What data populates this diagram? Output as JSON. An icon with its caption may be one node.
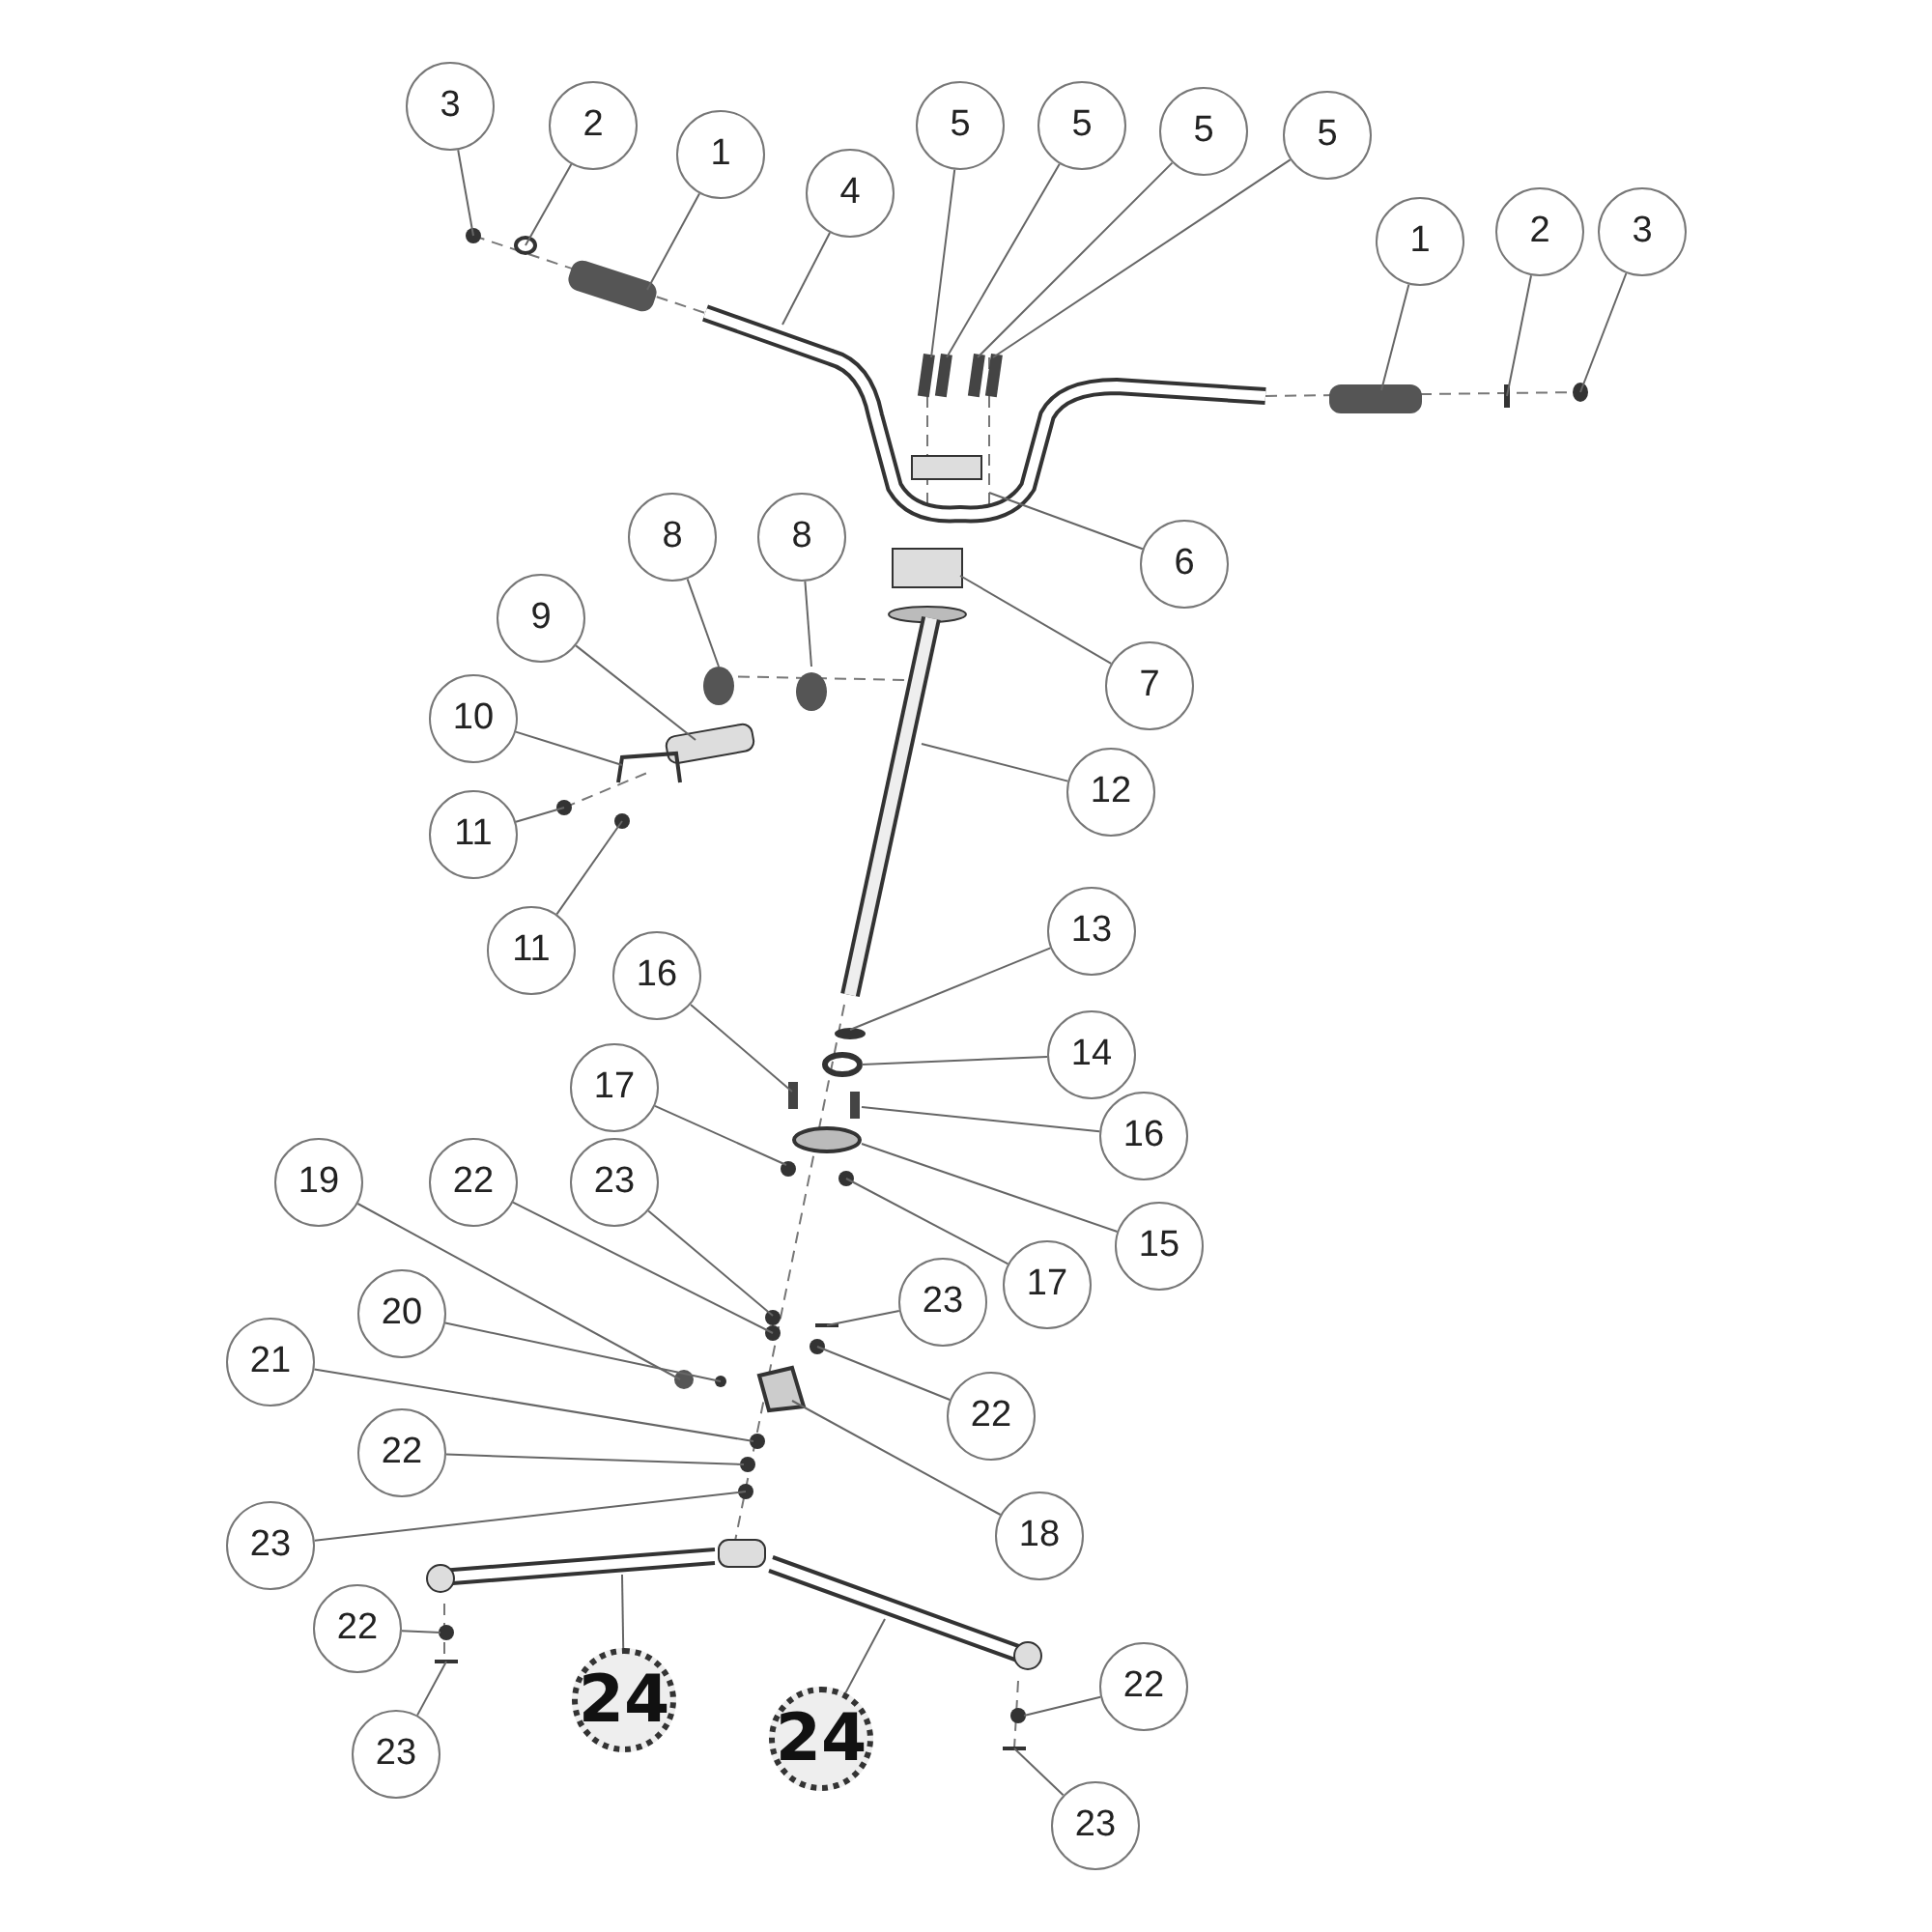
{
  "diagram": {
    "nodes": [
      {
        "text": [
          "3"
        ]
      },
      {
        "text": [
          "2"
        ]
      },
      {
        "text": [
          "1"
        ]
      },
      {
        "text": [
          "4"
        ]
      },
      {
        "text": [
          "5"
        ]
      },
      {
        "text": [
          "5"
        ]
      },
      {
        "text": [
          "5"
        ]
      },
      {
        "text": [
          "5"
        ]
      },
      {
        "text": [
          "1"
        ]
      },
      {
        "text": [
          "2"
        ]
      },
      {
        "text": [
          "3"
        ]
      },
      {
        "text": [
          "6"
        ]
      },
      {
        "text": [
          "8"
        ]
      },
      {
        "text": [
          "8"
        ]
      },
      {
        "text": [
          "9"
        ]
      },
      {
        "text": [
          "7"
        ]
      },
      {
        "text": [
          "10"
        ]
      },
      {
        "text": [
          "12"
        ]
      },
      {
        "text": [
          "11"
        ]
      },
      {
        "text": [
          "11"
        ]
      },
      {
        "text": [
          "13"
        ]
      },
      {
        "text": [
          "16"
        ]
      },
      {
        "text": [
          "14"
        ]
      },
      {
        "text": [
          "17"
        ]
      },
      {
        "text": [
          "16"
        ]
      },
      {
        "text": [
          "19"
        ]
      },
      {
        "text": [
          "22"
        ]
      },
      {
        "text": [
          "23"
        ]
      },
      {
        "text": [
          "15"
        ]
      },
      {
        "text": [
          "17"
        ]
      },
      {
        "text": [
          "23"
        ]
      },
      {
        "text": [
          "20"
        ]
      },
      {
        "text": [
          "21"
        ]
      },
      {
        "text": [
          "22"
        ]
      },
      {
        "text": [
          "22"
        ]
      },
      {
        "text": [
          "18"
        ]
      },
      {
        "text": [
          "23"
        ]
      },
      {
        "text": [
          "22"
        ]
      },
      {
        "text": [
          "22"
        ]
      },
      {
        "text": [
          "24"
        ]
      },
      {
        "text": [
          "24"
        ]
      },
      {
        "text": [
          "23"
        ]
      },
      {
        "text": [
          "23"
        ]
      }
    ],
    "edges": [
      {
        "from": 0,
        "to": null,
        "arrow": "none"
      },
      {
        "from": 1,
        "to": null,
        "arrow": "none"
      },
      {
        "from": 2,
        "to": null,
        "arrow": "none"
      },
      {
        "from": 3,
        "to": null,
        "arrow": "none"
      },
      {
        "from": 4,
        "to": null,
        "arrow": "none"
      },
      {
        "from": 5,
        "to": null,
        "arrow": "none"
      },
      {
        "from": 6,
        "to": null,
        "arrow": "none"
      },
      {
        "from": 7,
        "to": null,
        "arrow": "none"
      },
      {
        "from": 8,
        "to": null,
        "arrow": "none"
      },
      {
        "from": 9,
        "to": null,
        "arrow": "none"
      },
      {
        "from": 10,
        "to": null,
        "arrow": "none"
      },
      {
        "from": 11,
        "to": null,
        "arrow": "none"
      },
      {
        "from": 12,
        "to": null,
        "arrow": "none"
      },
      {
        "from": 13,
        "to": null,
        "arrow": "none"
      },
      {
        "from": 14,
        "to": null,
        "arrow": "none"
      },
      {
        "from": 15,
        "to": null,
        "arrow": "none"
      },
      {
        "from": 16,
        "to": null,
        "arrow": "none"
      },
      {
        "from": 17,
        "to": null,
        "arrow": "none"
      },
      {
        "from": 18,
        "to": null,
        "arrow": "none"
      },
      {
        "from": 19,
        "to": null,
        "arrow": "none"
      },
      {
        "from": 20,
        "to": null,
        "arrow": "none"
      },
      {
        "from": 21,
        "to": null,
        "arrow": "none"
      },
      {
        "from": 22,
        "to": null,
        "arrow": "none"
      },
      {
        "from": 23,
        "to": null,
        "arrow": "none"
      },
      {
        "from": 24,
        "to": null,
        "arrow": "none"
      },
      {
        "from": 25,
        "to": null,
        "arrow": "none"
      },
      {
        "from": 26,
        "to": null,
        "arrow": "none"
      },
      {
        "from": 27,
        "to": null,
        "arrow": "none"
      },
      {
        "from": 28,
        "to": null,
        "arrow": "none"
      },
      {
        "from": 29,
        "to": null,
        "arrow": "none"
      },
      {
        "from": 30,
        "to": null,
        "arrow": "none"
      },
      {
        "from": 31,
        "to": null,
        "arrow": "none"
      },
      {
        "from": 32,
        "to": null,
        "arrow": "none"
      },
      {
        "from": 33,
        "to": null,
        "arrow": "none"
      },
      {
        "from": 34,
        "to": null,
        "arrow": "none"
      },
      {
        "from": 35,
        "to": null,
        "arrow": "none"
      },
      {
        "from": 36,
        "to": null,
        "arrow": "none"
      },
      {
        "from": 37,
        "to": null,
        "arrow": "none"
      },
      {
        "from": 38,
        "to": null,
        "arrow": "none"
      },
      {
        "from": 39,
        "to": null,
        "arrow": "none"
      },
      {
        "from": 40,
        "to": null,
        "arrow": "none"
      },
      {
        "from": 41,
        "to": null,
        "arrow": "none"
      },
      {
        "from": 42,
        "to": null,
        "arrow": "none"
      }
    ]
  }
}
